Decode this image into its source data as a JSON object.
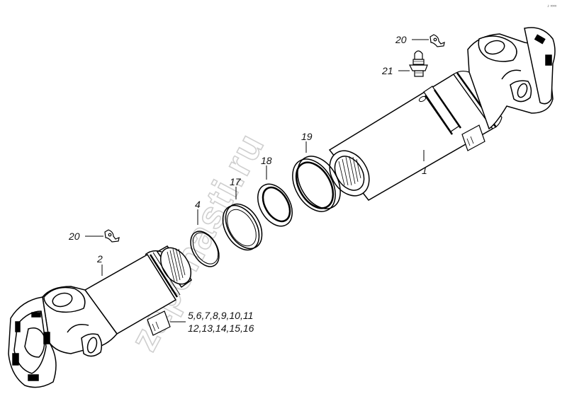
{
  "watermark": "zapchasti.ru",
  "corner_mark": "♪ ∞∞",
  "callouts": {
    "part_1": "1",
    "part_2": "2",
    "part_4": "4",
    "part_17": "17",
    "part_18": "18",
    "part_19": "19",
    "part_20_top": "20",
    "part_20_left": "20",
    "part_21": "21",
    "parts_set_line1": "5,6,7,8,9,10,11",
    "parts_set_line2": "12,13,14,15,16"
  }
}
